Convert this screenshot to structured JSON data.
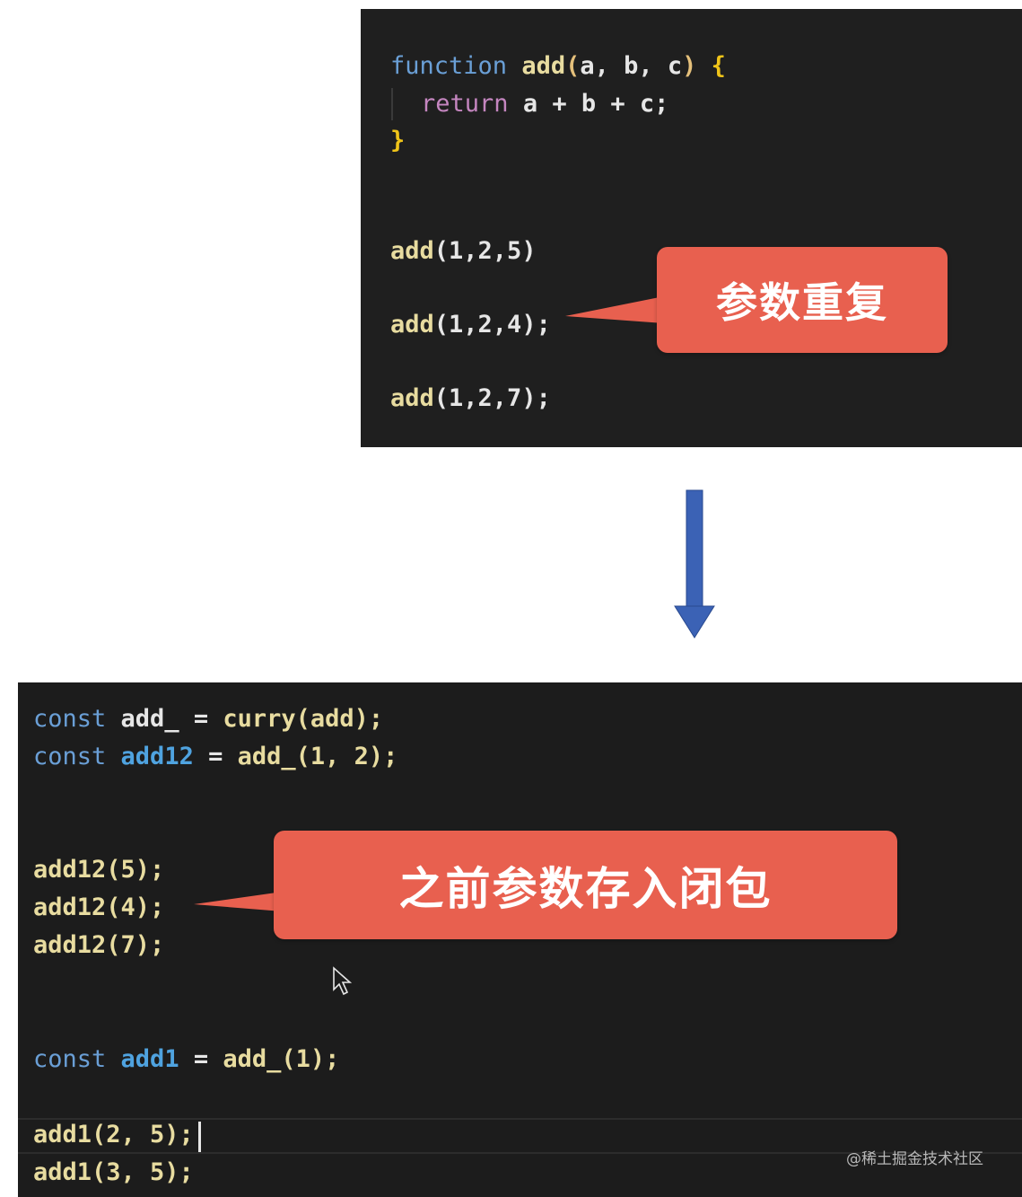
{
  "top_code": {
    "line1": {
      "kw": "function",
      "fn": "add",
      "open": "(",
      "params": "a, b, c",
      "close": ")",
      "brace": " {"
    },
    "line2": {
      "kw": "return",
      "rest": "a + b + c;"
    },
    "line3": {
      "brace": "}"
    },
    "call1": {
      "fn": "add",
      "args": "(1,2,5)"
    },
    "call2": {
      "fn": "add",
      "args": "(1,2,4);"
    },
    "call3": {
      "fn": "add",
      "args": "(1,2,7);"
    }
  },
  "callout_top": "参数重复",
  "arrow": {
    "color": "#3b62b5"
  },
  "bottom_code": {
    "line1": {
      "kw": "const",
      "name": "add_",
      "eq": " = ",
      "call": "curry(add);"
    },
    "line2": {
      "kw": "const",
      "name": "add12",
      "eq": " = ",
      "call": "add_(1, 2);"
    },
    "call1": "add12(5);",
    "call2": "add12(4);",
    "call3": "add12(7);",
    "line3": {
      "kw": "const",
      "name": "add1",
      "eq": " = ",
      "call": "add_(1);"
    },
    "call4": "add1(2, 5);",
    "call5": "add1(3, 5);"
  },
  "callout_bottom": "之前参数存入闭包",
  "watermark": "@稀土掘金技术社区"
}
